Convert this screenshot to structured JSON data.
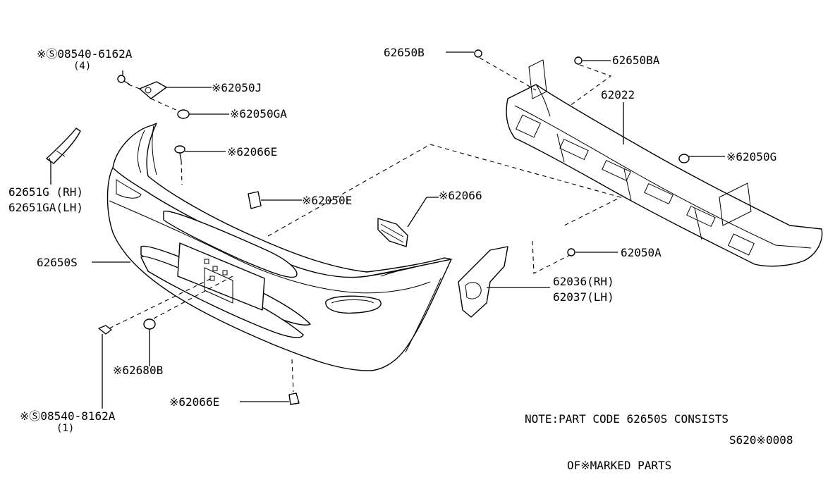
{
  "callouts": {
    "c_08540_6162A": "※Ⓢ08540-6162A",
    "c_08540_6162A_qty": "(4)",
    "c_62050J": "※62050J",
    "c_62050GA": "※62050GA",
    "c_62066E_top": "※62066E",
    "c_62651G": "62651G (RH)",
    "c_62651GA": "62651GA(LH)",
    "c_62050E": "※62050E",
    "c_62066": "※62066",
    "c_62650S": "62650S",
    "c_62680B": "※62680B",
    "c_62066E_bottom": "※62066E",
    "c_08540_8162A": "※Ⓢ08540-8162A",
    "c_08540_8162A_qty": "(1)",
    "c_62650B": "62650B",
    "c_62650BA": "62650BA",
    "c_62022": "62022",
    "c_62050G": "※62050G",
    "c_62050A": "62050A",
    "c_62036": "62036(RH)",
    "c_62037": "62037(LH)"
  },
  "note": {
    "line1": "NOTE:PART CODE 62650S CONSISTS",
    "line2": "OF※MARKED PARTS"
  },
  "diagram_code": "S620※0008"
}
